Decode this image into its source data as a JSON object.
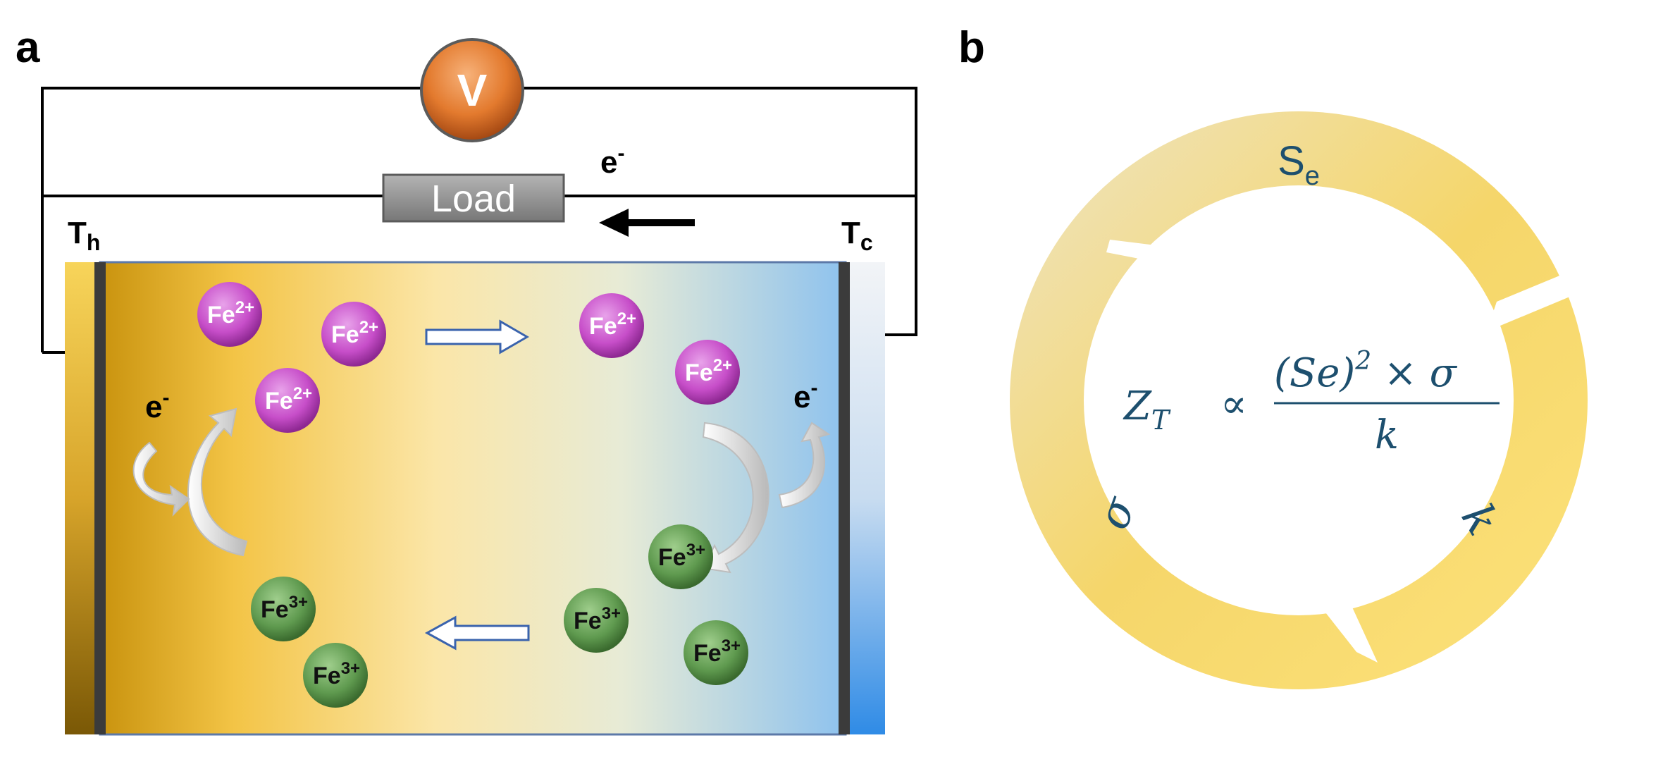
{
  "panels": {
    "a": {
      "label": "a",
      "voltmeter_label": "V",
      "load_label": "Load",
      "electron_top": "e",
      "electron_top_sup": "-",
      "hot_side": {
        "main": "T",
        "sub": "h"
      },
      "cold_side": {
        "main": "T",
        "sub": "c"
      },
      "electron_left": "e",
      "electron_left_sup": "-",
      "electron_right": "e",
      "electron_right_sup": "-",
      "ion_fe2": {
        "main": "Fe",
        "sup": "2+"
      },
      "ion_fe3": {
        "main": "Fe",
        "sup": "3+"
      }
    },
    "b": {
      "label": "b",
      "segment_top": {
        "main": "S",
        "sub": "e"
      },
      "segment_left": "σ",
      "segment_right": "k",
      "formula": {
        "lhs_main": "Z",
        "lhs_sub": "T",
        "relation": "∝",
        "numerator_base": "(Se)",
        "numerator_exp": "2",
        "numerator_rest": "× σ",
        "denominator": "k"
      }
    }
  },
  "colors": {
    "fe2_ion": "#c74ec9",
    "fe3_ion": "#5f9a4f",
    "hot": "#c9930e",
    "cold": "#5aa6e6",
    "ring": "#f5d66a",
    "formula_text": "#1d4f6e"
  }
}
